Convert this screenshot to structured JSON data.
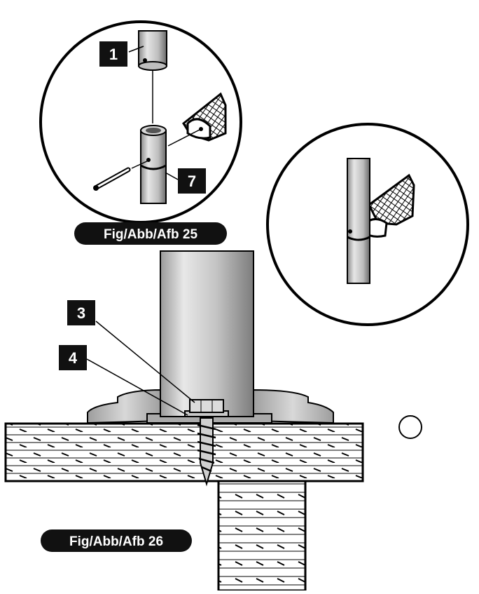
{
  "figure_25": {
    "caption": "Fig/Abb/Afb 25",
    "callouts": [
      "1",
      "7"
    ]
  },
  "figure_26": {
    "caption": "Fig/Abb/Afb 26",
    "callouts": [
      "3",
      "4"
    ]
  },
  "colors": {
    "ink": "#000000",
    "paper": "#ffffff",
    "pole_mid": "#c9c9c9",
    "pole_dark": "#6e6e6e",
    "caption_bg": "#111111"
  }
}
